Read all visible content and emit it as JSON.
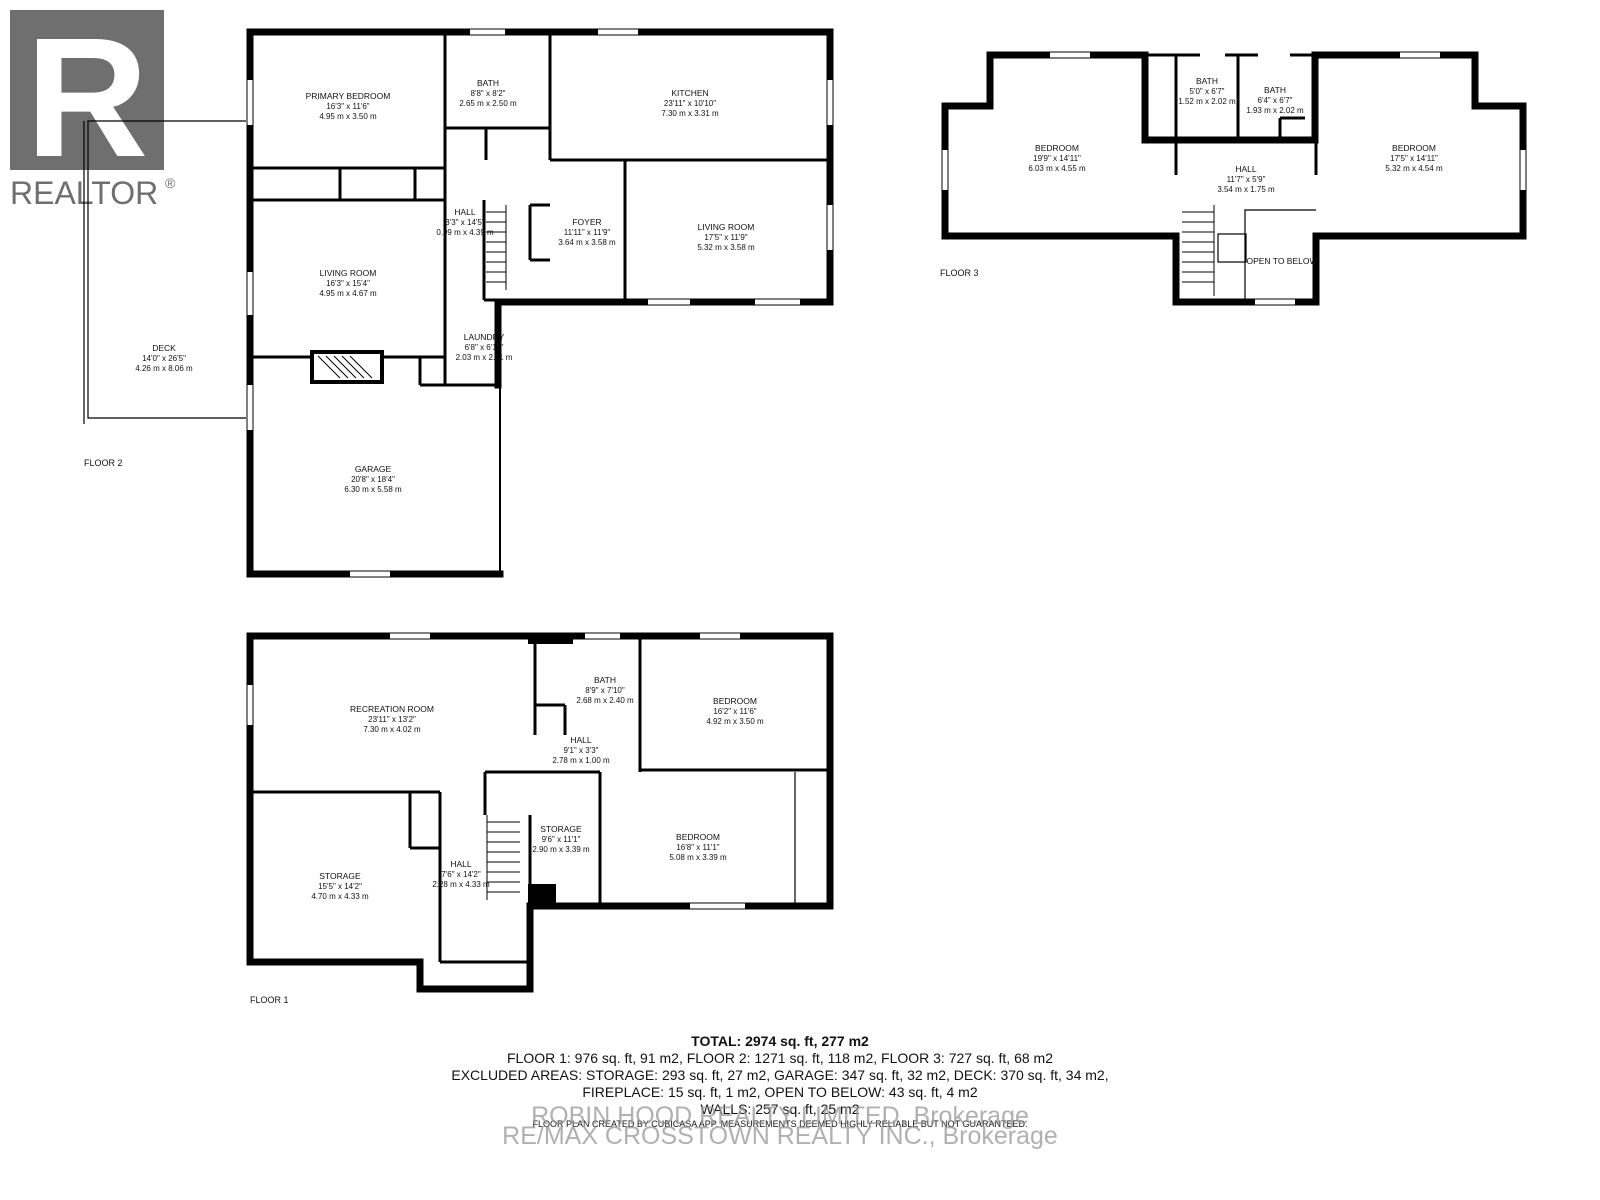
{
  "logo": {
    "wordmark": "REALTOR",
    "mark": "®",
    "letter": "R"
  },
  "floors": {
    "floor2": {
      "label": "FLOOR 2",
      "rooms": {
        "primary_bedroom": {
          "name": "PRIMARY BEDROOM",
          "imperial": "16'3\" x 11'6\"",
          "metric": "4.95 m x 3.50 m"
        },
        "bath": {
          "name": "BATH",
          "imperial": "8'8\" x 8'2\"",
          "metric": "2.65 m x 2.50 m"
        },
        "kitchen": {
          "name": "KITCHEN",
          "imperial": "23'11\" x 10'10\"",
          "metric": "7.30 m x 3.31 m"
        },
        "hall": {
          "name": "HALL",
          "imperial": "3'3\" x 14'5\"",
          "metric": "0.99 m x 4.39 m"
        },
        "foyer": {
          "name": "FOYER",
          "imperial": "11'11\" x 11'9\"",
          "metric": "3.64 m x 3.58 m"
        },
        "living_room_east": {
          "name": "LIVING ROOM",
          "imperial": "17'5\" x 11'9\"",
          "metric": "5.32 m x 3.58 m"
        },
        "living_room_west": {
          "name": "LIVING ROOM",
          "imperial": "16'3\" x 15'4\"",
          "metric": "4.95 m x 4.67 m"
        },
        "laundry": {
          "name": "LAUNDRY",
          "imperial": "6'8\" x 6'11\"",
          "metric": "2.03 m x 2.11 m"
        },
        "deck": {
          "name": "DECK",
          "imperial": "14'0\" x 26'5\"",
          "metric": "4.26 m x 8.06 m"
        },
        "garage": {
          "name": "GARAGE",
          "imperial": "20'8\" x 18'4\"",
          "metric": "6.30 m x 5.58 m"
        }
      }
    },
    "floor3": {
      "label": "FLOOR 3",
      "rooms": {
        "bedroom_west": {
          "name": "BEDROOM",
          "imperial": "19'9\" x 14'11\"",
          "metric": "6.03 m x 4.55 m"
        },
        "bath_a": {
          "name": "BATH",
          "imperial": "5'0\" x 6'7\"",
          "metric": "1.52 m x 2.02 m"
        },
        "bath_b": {
          "name": "BATH",
          "imperial": "6'4\" x 6'7\"",
          "metric": "1.93 m x 2.02 m"
        },
        "hall": {
          "name": "HALL",
          "imperial": "11'7\" x 5'9\"",
          "metric": "3.54 m x 1.75 m"
        },
        "open_to_below": {
          "name": "OPEN TO BELOW"
        },
        "bedroom_east": {
          "name": "BEDROOM",
          "imperial": "17'5\" x 14'11\"",
          "metric": "5.32 m x 4.54 m"
        }
      }
    },
    "floor1": {
      "label": "FLOOR 1",
      "rooms": {
        "recreation_room": {
          "name": "RECREATION ROOM",
          "imperial": "23'11\" x 13'2\"",
          "metric": "7.30 m x 4.02 m"
        },
        "bath": {
          "name": "BATH",
          "imperial": "8'9\" x 7'10\"",
          "metric": "2.68 m x 2.40 m"
        },
        "bedroom_upper": {
          "name": "BEDROOM",
          "imperial": "16'2\" x 11'6\"",
          "metric": "4.92 m x 3.50 m"
        },
        "hall_upper": {
          "name": "HALL",
          "imperial": "9'1\" x 3'3\"",
          "metric": "2.78 m x 1.00 m"
        },
        "storage_center": {
          "name": "STORAGE",
          "imperial": "9'6\" x 11'1\"",
          "metric": "2.90 m x 3.39 m"
        },
        "bedroom_lower": {
          "name": "BEDROOM",
          "imperial": "16'8\" x 11'1\"",
          "metric": "5.08 m x 3.39 m"
        },
        "hall_lower": {
          "name": "HALL",
          "imperial": "7'6\" x 14'2\"",
          "metric": "2.28 m x 4.33 m"
        },
        "storage_west": {
          "name": "STORAGE",
          "imperial": "15'5\" x 14'2\"",
          "metric": "4.70 m x 4.33 m"
        }
      }
    }
  },
  "summary": {
    "total": "TOTAL: 2974 sq. ft, 277 m2",
    "floors_line": "FLOOR 1: 976 sq. ft, 91 m2, FLOOR 2: 1271 sq. ft, 118 m2, FLOOR 3: 727 sq. ft, 68 m2",
    "excluded_line": "EXCLUDED AREAS: STORAGE: 293 sq. ft, 27 m2, GARAGE: 347 sq. ft, 32 m2, DECK: 370 sq. ft, 34 m2,",
    "fireplace_line": "FIREPLACE: 15 sq. ft, 1 m2, OPEN TO BELOW: 43 sq. ft, 4 m2",
    "walls_line": "WALLS: 257 sq. ft, 25 m2",
    "disclaimer": "FLOOR PLAN CREATED BY CUBICASA APP. MEASUREMENTS DEEMED HIGHLY RELIABLE BUT NOT GUARANTEED."
  },
  "brokerage": {
    "line1": "ROBIN HOOD REALTY LIMITED, Brokerage",
    "line2": "RE/MAX CROSSTOWN REALTY INC., Brokerage"
  }
}
